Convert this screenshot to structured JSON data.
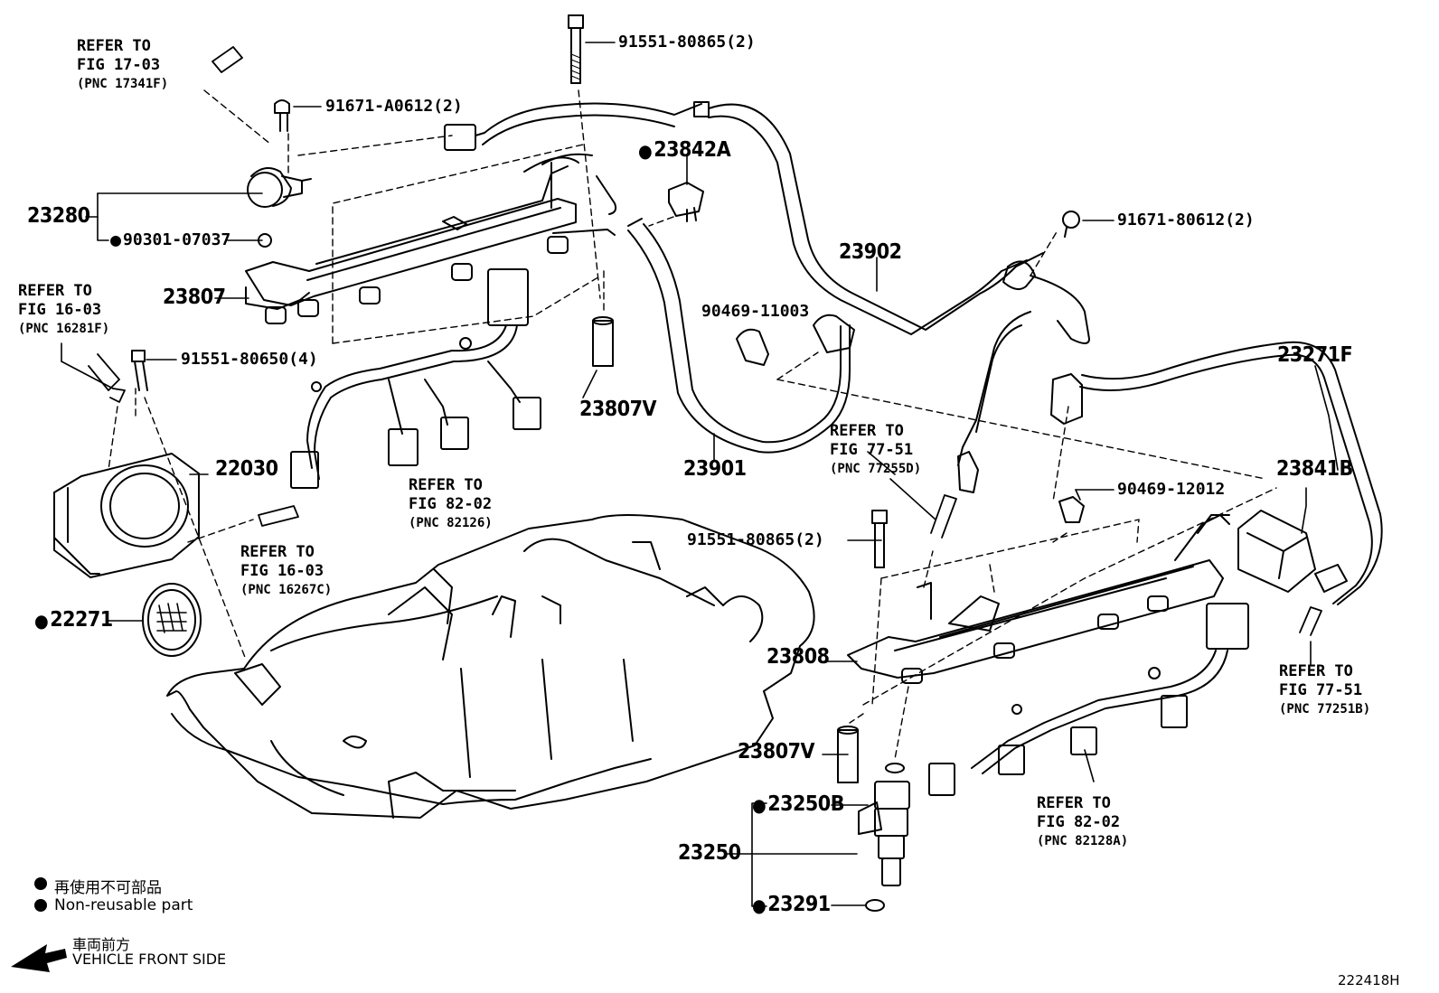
{
  "labels": {
    "p_91551_80865_top": "91551-80865(2)",
    "p_91671_a0612": "91671-A0612(2)",
    "p_23842a": "23842A",
    "p_23280": "23280",
    "p_90301_07037": "90301-07037",
    "p_23807": "23807",
    "p_91671_80612": "91671-80612(2)",
    "p_23902": "23902",
    "p_90469_11003": "90469-11003",
    "p_23271f": "23271F",
    "p_91551_80650": "91551-80650(4)",
    "p_23807v_top": "23807V",
    "p_23901": "23901",
    "p_22030": "22030",
    "p_23841b": "23841B",
    "p_90469_12012": "90469-12012",
    "p_91551_80865_mid": "91551-80865(2)",
    "p_22271": "22271",
    "p_23808": "23808",
    "p_23807v_bot": "23807V",
    "p_23250b": "23250B",
    "p_23250": "23250",
    "p_23291": "23291"
  },
  "refs": [
    {
      "line1": "REFER TO",
      "line2": "FIG 17-03",
      "line3": "(PNC 17341F)"
    },
    {
      "line1": "REFER TO",
      "line2": "FIG 16-03",
      "line3": "(PNC 16281F)"
    },
    {
      "line1": "REFER TO",
      "line2": "FIG 82-02",
      "line3": "(PNC 82126)"
    },
    {
      "line1": "REFER TO",
      "line2": "FIG 16-03",
      "line3": "(PNC 16267C)"
    },
    {
      "line1": "REFER TO",
      "line2": "FIG 77-51",
      "line3": "(PNC 77255D)"
    },
    {
      "line1": "REFER TO",
      "line2": "FIG 77-51",
      "line3": "(PNC 77251B)"
    },
    {
      "line1": "REFER TO",
      "line2": "FIG 82-02",
      "line3": "(PNC 82128A)"
    }
  ],
  "legend": {
    "jp": "再使用不可部品",
    "en": "Non-reusable part",
    "front_jp": "車両前方",
    "front_en": "VEHICLE FRONT SIDE"
  },
  "figure_code": "222418H"
}
